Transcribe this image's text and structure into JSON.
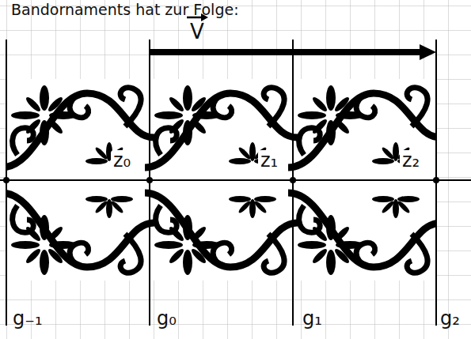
{
  "diagram": {
    "labels": [
      "Bandornaments hat zur Folge:",
      "V",
      "z₀",
      "z₁",
      "z₂",
      "g₋₁",
      "g₀",
      "g₁",
      "g₂"
    ]
  }
}
